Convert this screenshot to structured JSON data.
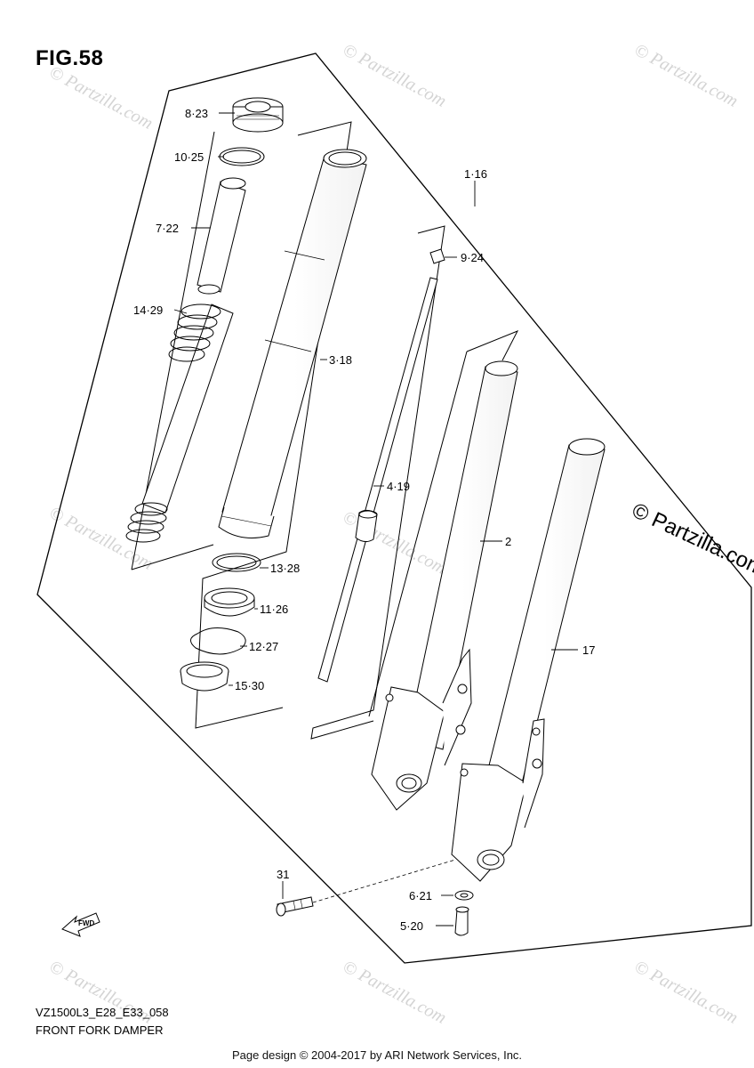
{
  "figure": {
    "title": "FIG.58",
    "model_code": "VZ1500L3_E28_E33_058",
    "caption": "FRONT FORK DAMPER"
  },
  "footer": "Page design © 2004-2017 by ARI Network Services, Inc.",
  "watermark": {
    "text": "© Partzilla.com",
    "large_text": "© Partzilla.com"
  },
  "fwd_label": "FWD",
  "callouts": {
    "c1": "1·16",
    "c2": "2",
    "c3": "3·18",
    "c4": "4·19",
    "c5": "5·20",
    "c6": "6·21",
    "c7": "7·22",
    "c8": "8·23",
    "c9": "9·24",
    "c10": "10·25",
    "c11": "11·26",
    "c12": "12·27",
    "c13": "13·28",
    "c14": "14·29",
    "c15": "15·30",
    "c17": "17",
    "c31": "31"
  }
}
